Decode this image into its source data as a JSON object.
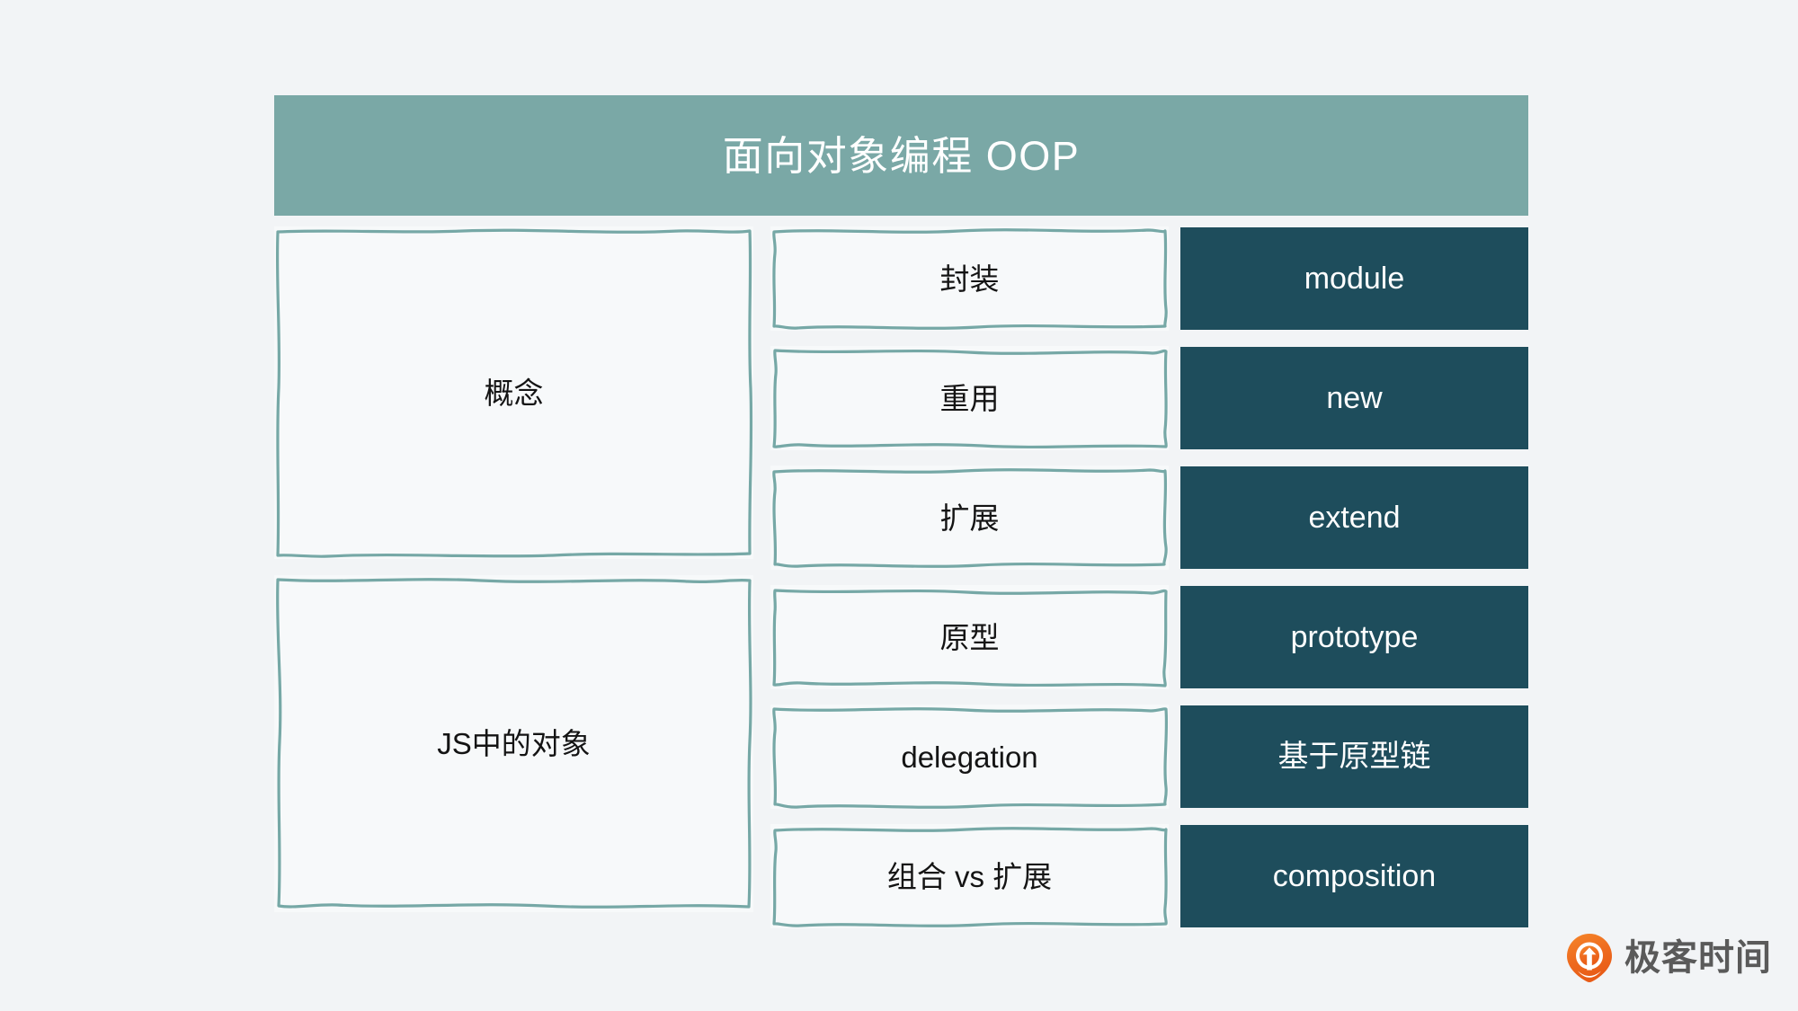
{
  "slide": {
    "background_color": "#f2f4f6",
    "header": {
      "title": "面向对象编程 OOP",
      "background_color": "#7aa8a6",
      "text_color": "#ffffff"
    },
    "accent_colors": {
      "sketch_border": "#76a8a6",
      "term_fill": "#1e4d5c",
      "sketch_fill": "#f7f9fa",
      "brand_orange": "#f26a21"
    },
    "columns": {
      "concepts": {
        "items": [
          {
            "label": "概念"
          },
          {
            "label": "JS中的对象"
          }
        ]
      },
      "topics": {
        "items": [
          {
            "label": "封装"
          },
          {
            "label": "重用"
          },
          {
            "label": "扩展"
          },
          {
            "label": "原型"
          },
          {
            "label": "delegation"
          },
          {
            "label": "组合 vs 扩展"
          }
        ]
      },
      "terms": {
        "items": [
          {
            "label": "module"
          },
          {
            "label": "new"
          },
          {
            "label": "extend"
          },
          {
            "label": "prototype"
          },
          {
            "label": "基于原型链"
          },
          {
            "label": "composition"
          }
        ]
      }
    }
  },
  "brand": {
    "name": "极客时间",
    "mark": "location-pin-icon"
  }
}
